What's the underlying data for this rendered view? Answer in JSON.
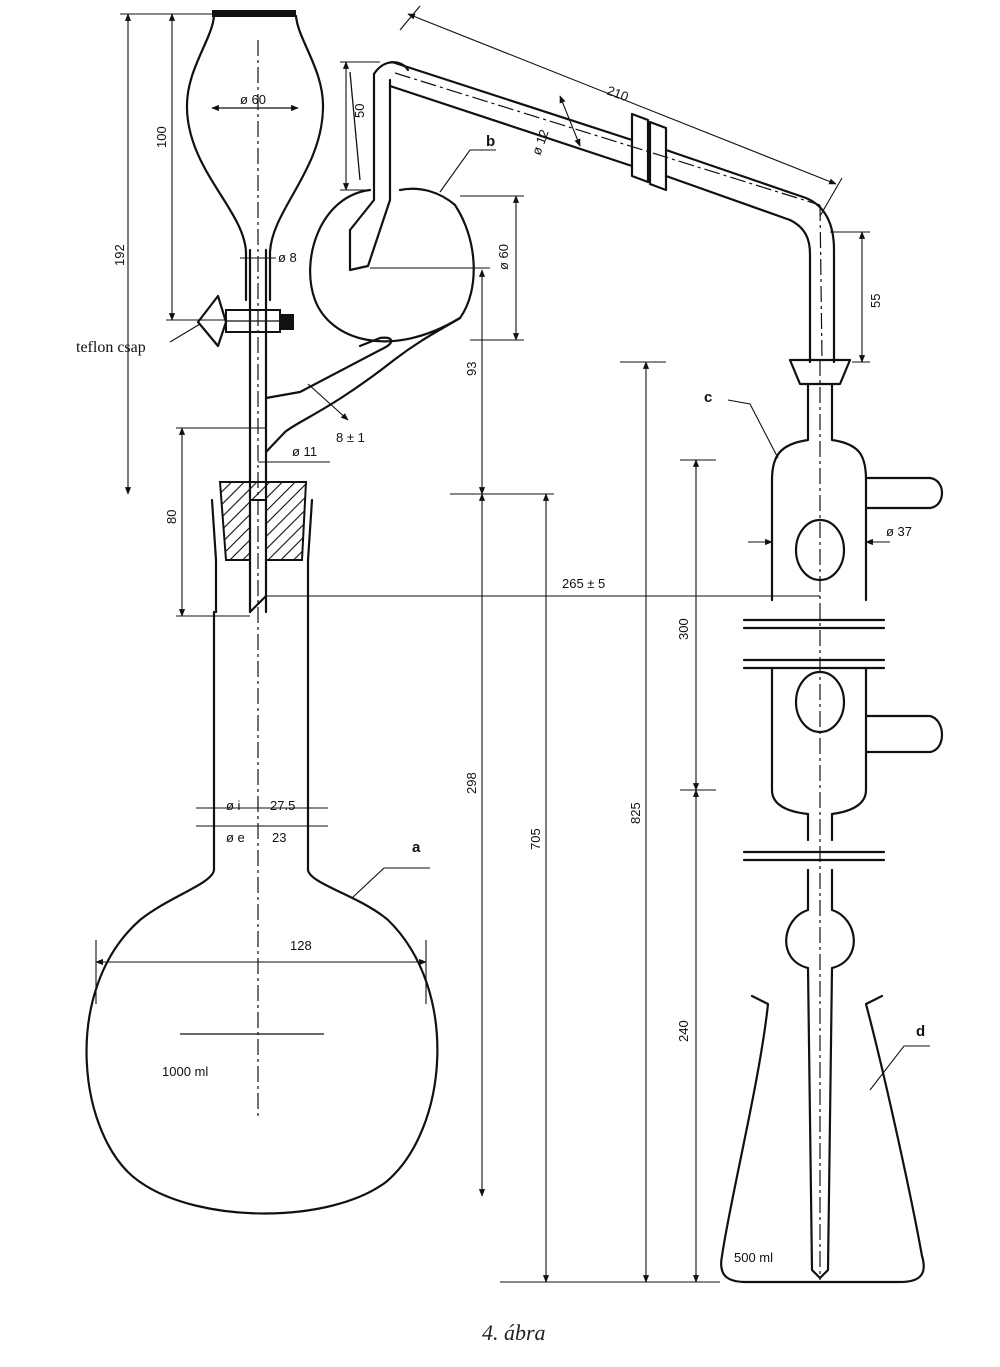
{
  "diagram": {
    "caption": "4. ábra",
    "parts": {
      "a": "a",
      "b": "b",
      "c": "c",
      "d": "d"
    },
    "labels": {
      "stopcock": "teflon csap",
      "flask_volume": "1000 ml",
      "receiver_volume": "500 ml"
    },
    "dimensions": {
      "funnel_diameter": "ø 60",
      "funnel_height": "100",
      "funnel_stem_length": "192",
      "stem_diameter": "ø 8",
      "side_tube_diameter": "ø 11",
      "tube_wall": "8 ± 1",
      "stopper_depth": "80",
      "trap_height": "50",
      "trap_diameter": "ø 60",
      "trap_to_neck": "93",
      "condenser_length": "210",
      "condenser_tube_diameter": "ø 12",
      "outlet_drop": "55",
      "neck_inner_label": "ø i",
      "neck_inner": "27.5",
      "neck_outer_label": "ø e",
      "neck_outer": "23",
      "flask_width": "128",
      "horizontal_spacing": "265 ± 5",
      "jacket_diameter": "ø 37",
      "height_298": "298",
      "height_705": "705",
      "height_825": "825",
      "height_300": "300",
      "height_240": "240"
    }
  }
}
